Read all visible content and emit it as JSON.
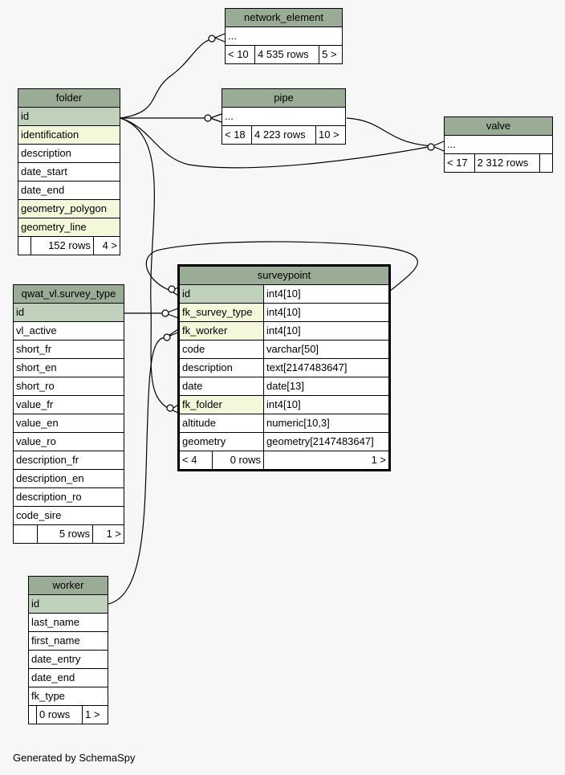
{
  "footer": "Generated by SchemaSpy",
  "tables": {
    "network_element": {
      "name": "network_element",
      "placeholder": "...",
      "children": "< 10",
      "rows": "4 535 rows",
      "parents": "5 >"
    },
    "pipe": {
      "name": "pipe",
      "placeholder": "...",
      "children": "< 18",
      "rows": "4 223 rows",
      "parents": "10 >"
    },
    "valve": {
      "name": "valve",
      "placeholder": "...",
      "children": "< 17",
      "rows": "2 312 rows",
      "parents": ""
    },
    "folder": {
      "name": "folder",
      "columns": [
        "id",
        "identification",
        "description",
        "date_start",
        "date_end",
        "geometry_polygon",
        "geometry_line"
      ],
      "children": "",
      "rows": "152 rows",
      "parents": "4 >"
    },
    "survey_type": {
      "name": "qwat_vl.survey_type",
      "columns": [
        "id",
        "vl_active",
        "short_fr",
        "short_en",
        "short_ro",
        "value_fr",
        "value_en",
        "value_ro",
        "description_fr",
        "description_en",
        "description_ro",
        "code_sire"
      ],
      "children": "",
      "rows": "5 rows",
      "parents": "1 >"
    },
    "worker": {
      "name": "worker",
      "columns": [
        "id",
        "last_name",
        "first_name",
        "date_entry",
        "date_end",
        "fk_type"
      ],
      "children": "",
      "rows": "0 rows",
      "parents": "1 >"
    },
    "surveypoint": {
      "name": "surveypoint",
      "columns": [
        {
          "name": "id",
          "type": "int4[10]"
        },
        {
          "name": "fk_survey_type",
          "type": "int4[10]"
        },
        {
          "name": "fk_worker",
          "type": "int4[10]"
        },
        {
          "name": "code",
          "type": "varchar[50]"
        },
        {
          "name": "description",
          "type": "text[2147483647]"
        },
        {
          "name": "date",
          "type": "date[13]"
        },
        {
          "name": "fk_folder",
          "type": "int4[10]"
        },
        {
          "name": "altitude",
          "type": "numeric[10,3]"
        },
        {
          "name": "geometry",
          "type": "geometry[2147483647]"
        }
      ],
      "children": "< 4",
      "rows": "0 rows",
      "parents": "1 >"
    }
  },
  "colors": {
    "header": "#9aab96",
    "primary_key": "#bfd0bb",
    "foreign_key": "#f4f7da",
    "background": "#f7f7f7"
  }
}
